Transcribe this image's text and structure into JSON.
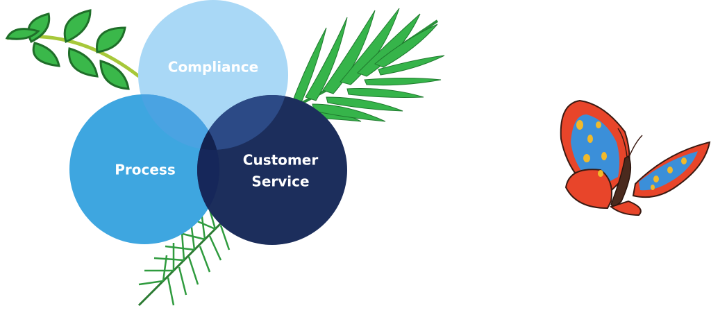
{
  "diagram": {
    "type": "venn",
    "sets": [
      {
        "label": "Compliance",
        "color": "#a9d8f6"
      },
      {
        "label": "Process",
        "color": "#3ea6e0"
      },
      {
        "label": "Customer Service",
        "color": "#1c2e5c",
        "lines": [
          "Customer",
          "Service"
        ]
      }
    ],
    "overlap_colors": {
      "compliance_process": "#4aa3e2",
      "compliance_customer": "#2c4a86",
      "process_customer": "#16275a",
      "all_three": "#13224f"
    }
  },
  "decorations": {
    "left_fern": {
      "icon": "leaf-branch-icon",
      "color": "#3ab84a",
      "stem_color": "#a7c83a"
    },
    "right_fern": {
      "icon": "palm-frond-icon",
      "color": "#36b44a"
    },
    "bottom_fern": {
      "icon": "pine-sprig-icon",
      "color": "#2f9b3e"
    },
    "butterfly": {
      "icon": "butterfly-icon",
      "wing_color": "#e8452a",
      "pattern_color": "#3b8fd9",
      "spot_color": "#f1b92a",
      "body_color": "#4a2a1e"
    }
  }
}
